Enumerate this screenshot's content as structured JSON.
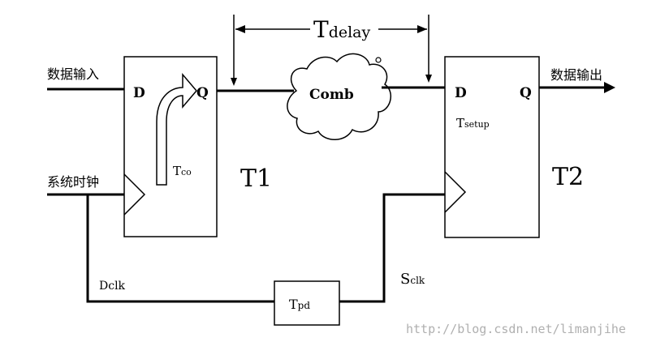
{
  "labels": {
    "data_input": "数据输入",
    "data_output": "数据输出",
    "system_clock": "系统时钟",
    "t_delay_main": "T",
    "t_delay_sub": "delay",
    "comb": "Comb",
    "t1": "T1",
    "t2": "T2",
    "t_co_main": "T",
    "t_co_sub": "co",
    "t_setup_main": "T",
    "t_setup_sub": "setup",
    "t_pd_main": "T",
    "t_pd_sub": "pd",
    "dclk": "Dclk",
    "sclk_main": "S",
    "sclk_sub": "clk",
    "ff1_d": "D",
    "ff1_q": "Q",
    "ff2_d": "D",
    "ff2_q": "Q"
  },
  "watermark": "http://blog.csdn.net/limanjihe",
  "colors": {
    "line": "#000000",
    "background": "#ffffff",
    "watermark": "#b0b0b0"
  }
}
